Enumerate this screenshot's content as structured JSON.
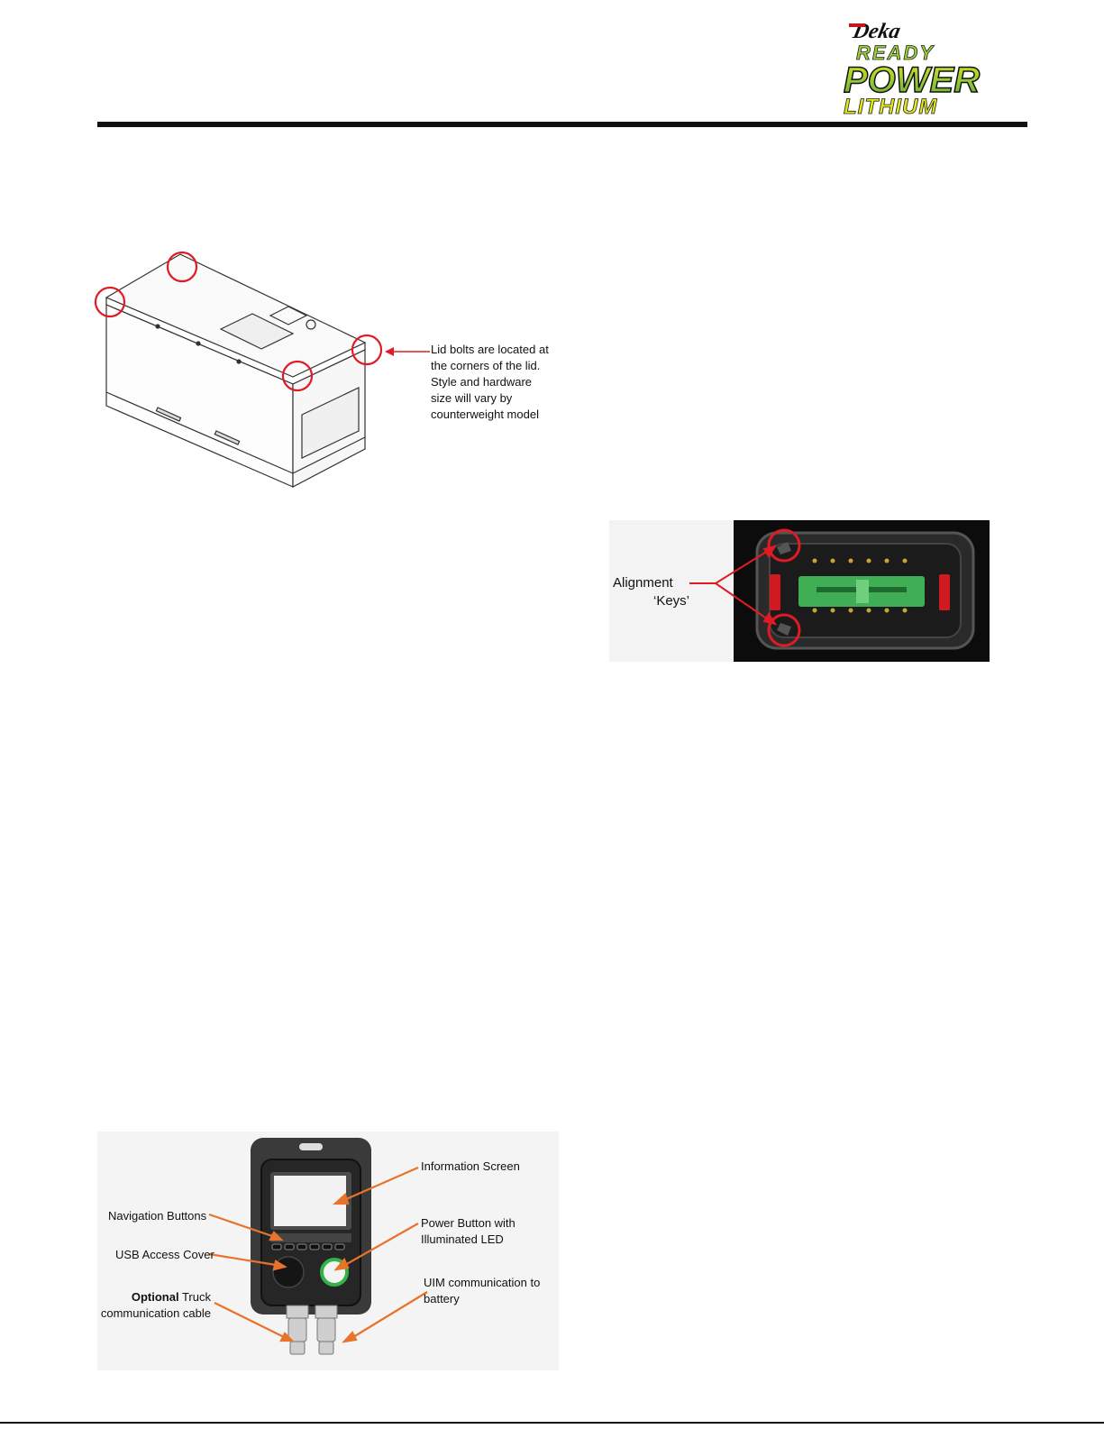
{
  "brand": {
    "logo_text_1": "Deka",
    "logo_text_2": "READY",
    "logo_text_3": "POWER",
    "logo_text_4": "LITHIUM"
  },
  "figure_lid": {
    "callout": "Lid bolts are located at the corners of the lid. Style and hardware size will vary by counterweight model",
    "lines": [
      "Lid bolts are located at",
      "the corners of the lid.",
      "Style and hardware",
      "size will vary by",
      "counterweight model"
    ]
  },
  "figure_connector": {
    "label_line1": "Alignment",
    "label_line2": "‘Keys’"
  },
  "figure_uim": {
    "info_screen": "Information Screen",
    "nav_buttons": "Navigation Buttons",
    "usb_cover": "USB Access Cover",
    "power_line1": "Power Button with",
    "power_line2": "Illuminated LED",
    "truck_bold": "Optional",
    "truck_rest1": " Truck",
    "truck_line2": "communication cable",
    "uim_line1": "UIM communication to",
    "uim_line2": "battery"
  },
  "colors": {
    "logo_green": "#9bd23a",
    "logo_yellow": "#e3e81a",
    "logo_red": "#c8161d",
    "callout_red": "#e01b24",
    "arrow_orange": "#e8732a",
    "led_green": "#33b24a",
    "plug_green": "#3fae55"
  }
}
